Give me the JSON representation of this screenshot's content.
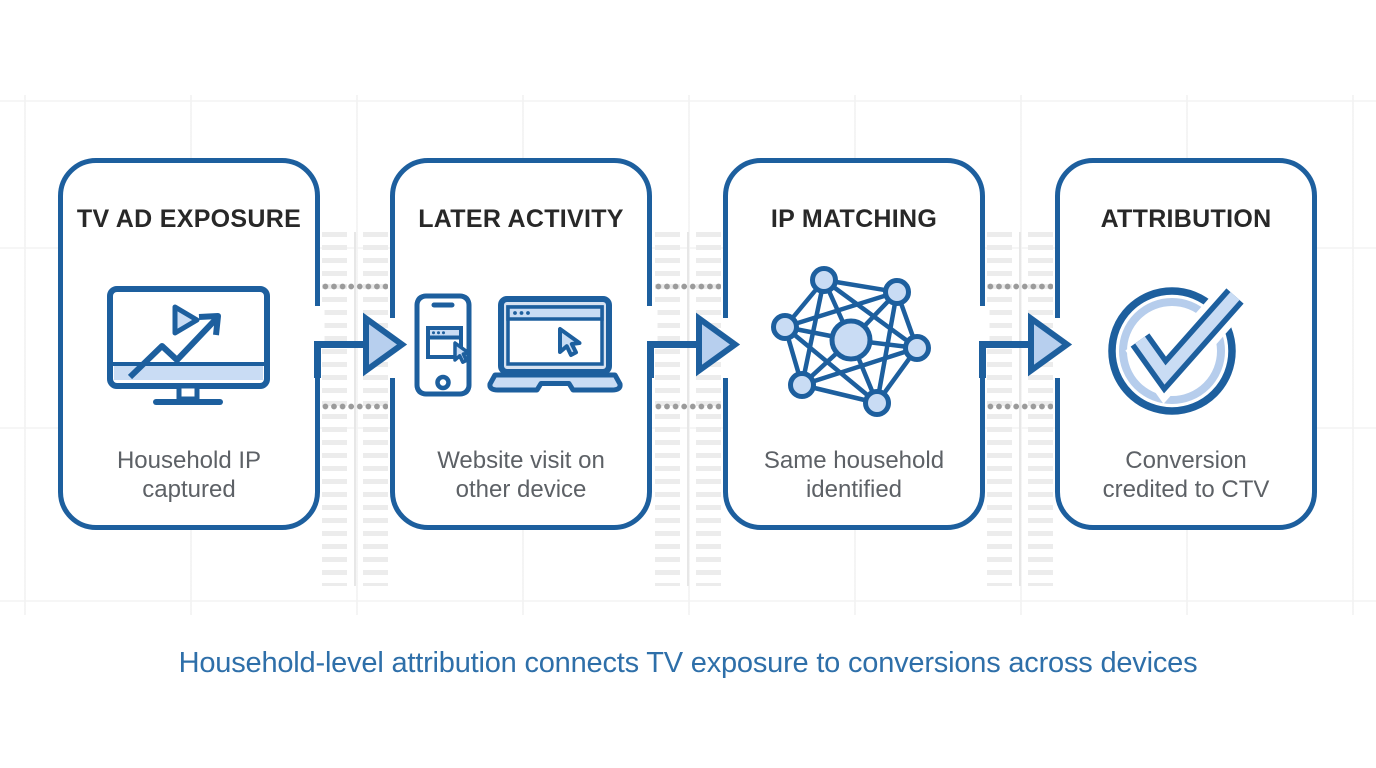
{
  "colors": {
    "background": "#ffffff",
    "card_border": "#1d5f9e",
    "stroke": "#1d5f9e",
    "fill_light": "#c9dcf4",
    "fill_gray": "#dde4ee",
    "ring_light": "#b6cdec",
    "arrow_fill": "#b7cfee",
    "title": "#282828",
    "caption": "#5d6166",
    "tagline": "#2e6fa9",
    "dot": "#9b9b9b",
    "ghost": "#ececec",
    "grid": "#f2f2f2"
  },
  "steps": [
    {
      "title": "TV AD EXPOSURE",
      "caption": "Household IP captured",
      "icon": "tv-trend-icon"
    },
    {
      "title": "LATER ACTIVITY",
      "caption": "Website visit on other device",
      "icon": "phone-laptop-icon"
    },
    {
      "title": "IP MATCHING",
      "caption": "Same household identified",
      "icon": "network-graph-icon"
    },
    {
      "title": "ATTRIBUTION",
      "caption": "Conversion credited to CTV",
      "icon": "check-circle-icon"
    }
  ],
  "tagline": "Household-level attribution connects TV exposure to conversions across devices"
}
